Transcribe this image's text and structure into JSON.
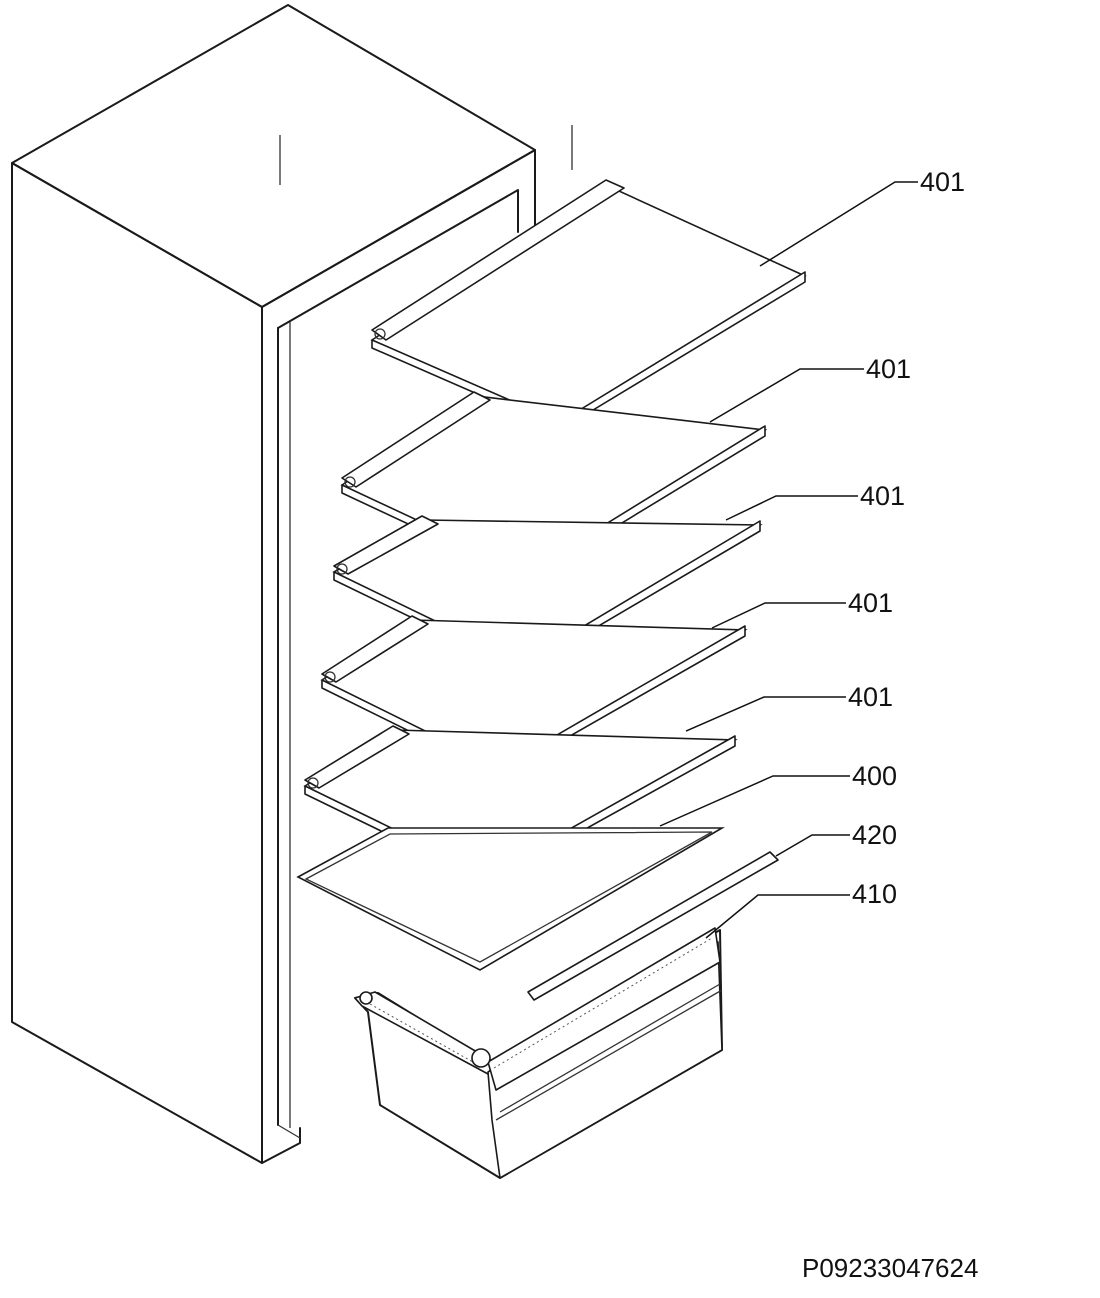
{
  "diagram": {
    "part_labels": [
      {
        "id": "shelf-1",
        "text": "401"
      },
      {
        "id": "shelf-2",
        "text": "401"
      },
      {
        "id": "shelf-3",
        "text": "401"
      },
      {
        "id": "shelf-4",
        "text": "401"
      },
      {
        "id": "shelf-5",
        "text": "401"
      },
      {
        "id": "bottom-glass-shelf",
        "text": "400"
      },
      {
        "id": "drawer-trim-strip",
        "text": "420"
      },
      {
        "id": "crisper-drawer",
        "text": "410"
      }
    ],
    "document_code": "P09233047624"
  }
}
